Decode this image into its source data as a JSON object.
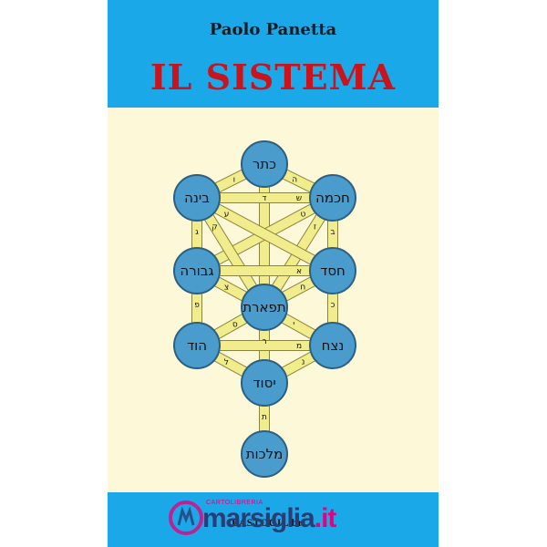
{
  "cover": {
    "author": "Paolo Panetta",
    "title": "IL SISTEMA",
    "publisher": "BASTOGILibri"
  },
  "watermark": {
    "brand": "marsiglia",
    "tld": ".it",
    "tagline": "CARTOLIBRERIA"
  },
  "colors": {
    "band": "#1ba8e8",
    "background": "#fdf8d8",
    "title": "#c8141c",
    "sphere": "#4a9ccc",
    "sphere_stroke": "#2d5f80",
    "path": "#f2ed8c",
    "path_stroke": "#8a8440"
  },
  "tree": {
    "sefirot": [
      {
        "id": "keter",
        "label": "כתר"
      },
      {
        "id": "chokhmah",
        "label": "חכמה"
      },
      {
        "id": "binah",
        "label": "בינה"
      },
      {
        "id": "chesed",
        "label": "חסד"
      },
      {
        "id": "gevurah",
        "label": "גבורה"
      },
      {
        "id": "tiferet",
        "label": "תפארת"
      },
      {
        "id": "netzach",
        "label": "נצח"
      },
      {
        "id": "hod",
        "label": "הוד"
      },
      {
        "id": "yesod",
        "label": "יסוד"
      },
      {
        "id": "malkhut",
        "label": "מלכות"
      }
    ],
    "paths": [
      {
        "id": "keter-chokhmah",
        "from": "keter",
        "to": "chokhmah",
        "letter": "ה"
      },
      {
        "id": "keter-binah",
        "from": "keter",
        "to": "binah",
        "letter": "ו"
      },
      {
        "id": "keter-tiferet",
        "from": "keter",
        "to": "tiferet",
        "letter": "ד"
      },
      {
        "id": "chokhmah-binah",
        "from": "chokhmah",
        "to": "binah",
        "letter": "ש"
      },
      {
        "id": "chokhmah-tiferet",
        "from": "chokhmah",
        "to": "tiferet",
        "letter": "ז"
      },
      {
        "id": "chokhmah-chesed",
        "from": "chokhmah",
        "to": "chesed",
        "letter": "ב"
      },
      {
        "id": "chokhmah-gevurah",
        "from": "chokhmah",
        "to": "gevurah",
        "letter": "ט"
      },
      {
        "id": "binah-tiferet",
        "from": "binah",
        "to": "tiferet",
        "letter": "ק"
      },
      {
        "id": "binah-gevurah",
        "from": "binah",
        "to": "gevurah",
        "letter": "ג"
      },
      {
        "id": "binah-chesed",
        "from": "binah",
        "to": "chesed",
        "letter": "ע"
      },
      {
        "id": "chesed-gevurah",
        "from": "chesed",
        "to": "gevurah",
        "letter": "א"
      },
      {
        "id": "chesed-tiferet",
        "from": "chesed",
        "to": "tiferet",
        "letter": "ח"
      },
      {
        "id": "chesed-netzach",
        "from": "chesed",
        "to": "netzach",
        "letter": "כ"
      },
      {
        "id": "gevurah-tiferet",
        "from": "gevurah",
        "to": "tiferet",
        "letter": "צ"
      },
      {
        "id": "gevurah-hod",
        "from": "gevurah",
        "to": "hod",
        "letter": "פ"
      },
      {
        "id": "tiferet-netzach",
        "from": "tiferet",
        "to": "netzach",
        "letter": "י"
      },
      {
        "id": "tiferet-hod",
        "from": "tiferet",
        "to": "hod",
        "letter": "ס"
      },
      {
        "id": "tiferet-yesod",
        "from": "tiferet",
        "to": "yesod",
        "letter": "ר"
      },
      {
        "id": "netzach-hod",
        "from": "netzach",
        "to": "hod",
        "letter": "מ"
      },
      {
        "id": "netzach-yesod",
        "from": "netzach",
        "to": "yesod",
        "letter": "נ"
      },
      {
        "id": "hod-yesod",
        "from": "hod",
        "to": "yesod",
        "letter": "ל"
      },
      {
        "id": "yesod-malkhut",
        "from": "yesod",
        "to": "malkhut",
        "letter": "ת"
      }
    ]
  }
}
